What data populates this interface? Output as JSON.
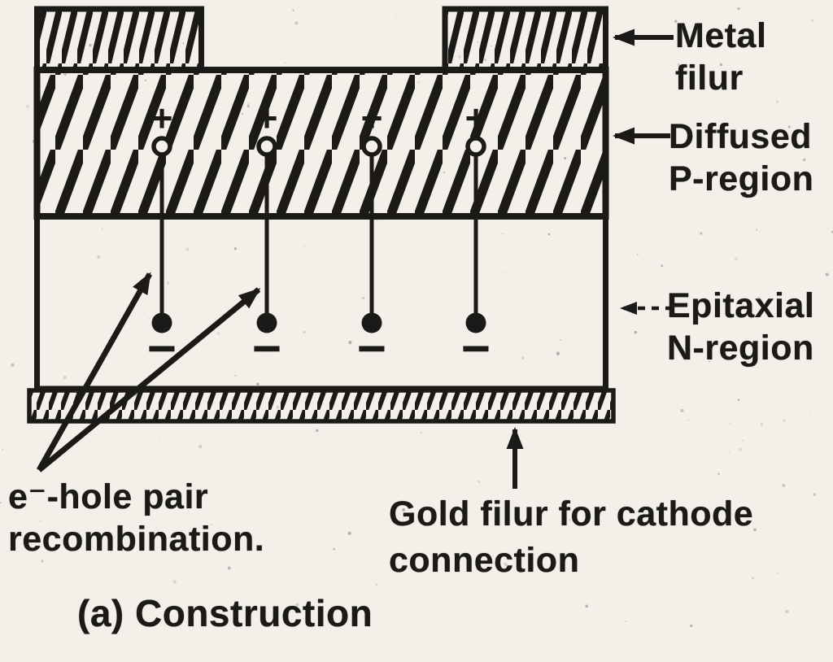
{
  "caption": "(a) Construction",
  "labels": {
    "metal_film": "Metal filur",
    "diffused_p": "Diffused P-region",
    "epitaxial_n": "Epitaxial N-region",
    "recombination": "e⁻-hole pair recombination.",
    "gold_cathode": "Gold filur for cathode connection"
  },
  "carriers": {
    "count": 4,
    "hole_symbol": "+",
    "electron_symbol": "−",
    "x_positions": [
      199,
      328,
      457,
      585
    ]
  },
  "colors": {
    "ink": "#1c1a18",
    "paper": "#f3f0ea"
  }
}
